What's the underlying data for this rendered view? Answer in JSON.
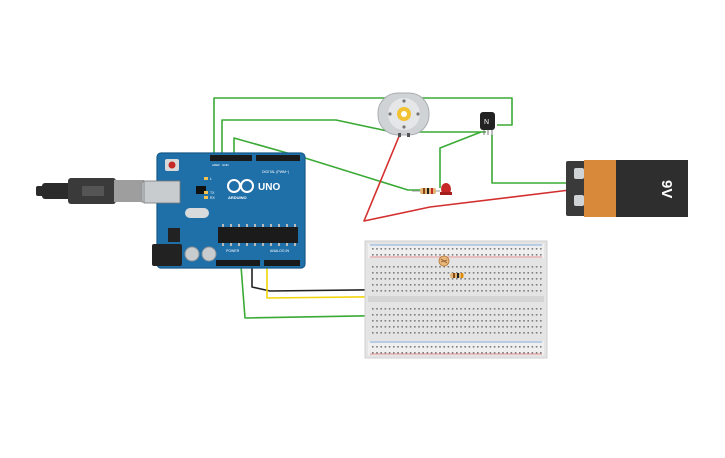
{
  "arduino": {
    "logo_text": "UNO",
    "brand": "ARDUINO",
    "digital_label": "DIGITAL (PWM~)",
    "power_label": "POWER",
    "analog_label": "ANALOG IN",
    "tx_label": "TX",
    "rx_label": "RX",
    "l_label": "L",
    "aref_label": "AREF",
    "gnd_label": "GND",
    "color": "#1f6fa8"
  },
  "battery": {
    "label": "9V",
    "body_color": "#d88a3a"
  },
  "transistor": {
    "label": "N"
  },
  "wire_colors": {
    "green": "#3aaa35",
    "red": "#d32f2f",
    "black": "#222222",
    "yellow": "#f2d40a"
  }
}
